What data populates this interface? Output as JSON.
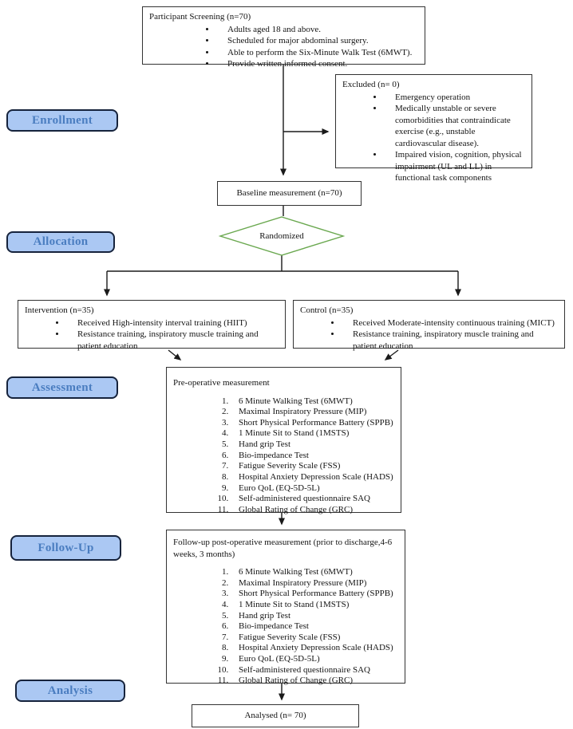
{
  "stages": {
    "enrollment": "Enrollment",
    "allocation": "Allocation",
    "assessment": "Assessment",
    "followup": "Follow-Up",
    "analysis": "Analysis"
  },
  "screening": {
    "title": "Participant Screening (n=70)",
    "bullets": [
      "Adults aged 18 and above.",
      "Scheduled for major abdominal surgery.",
      "Able to perform the Six-Minute Walk Test (6MWT).",
      "Provide written informed consent."
    ]
  },
  "excluded": {
    "title": "Excluded (n= 0)",
    "bullets": [
      "Emergency operation",
      "Medically unstable or severe comorbidities that contraindicate exercise (e.g., unstable cardiovascular disease).",
      "Impaired vision, cognition, physical impairment (UL and LL) in functional task components"
    ]
  },
  "baseline": {
    "title": "Baseline measurement (n=70)"
  },
  "randomized": {
    "title": "Randomized"
  },
  "intervention": {
    "title": "Intervention (n=35)",
    "bullets": [
      "Received High-intensity interval training (HIIT)",
      "Resistance training, inspiratory muscle training and patient education"
    ]
  },
  "control": {
    "title": "Control (n=35)",
    "bullets": [
      "Received Moderate-intensity continuous training (MICT)",
      "Resistance training, inspiratory muscle training and patient education"
    ]
  },
  "preop": {
    "title": "Pre-operative measurement",
    "items": [
      "6 Minute Walking Test (6MWT)",
      "Maximal Inspiratory Pressure (MIP)",
      "Short Physical Performance Battery (SPPB)",
      "1 Minute Sit to Stand (1MSTS)",
      "Hand grip Test",
      "Bio-impedance Test",
      "Fatigue Severity Scale (FSS)",
      "Hospital Anxiety Depression Scale (HADS)",
      "Euro QoL (EQ-5D-5L)",
      "Self-administered questionnaire SAQ",
      "Global Rating of Change (GRC)"
    ]
  },
  "followup_box": {
    "title": "Follow-up post-operative measurement (prior to discharge,4-6 weeks, 3 months)",
    "items": [
      "6 Minute Walking Test (6MWT)",
      "Maximal Inspiratory Pressure (MIP)",
      "Short Physical Performance Battery (SPPB)",
      "1 Minute Sit to Stand (1MSTS)",
      "Hand grip Test",
      "Bio-impedance Test",
      "Fatigue Severity Scale (FSS)",
      "Hospital Anxiety Depression Scale (HADS)",
      "Euro QoL (EQ-5D-5L)",
      "Self-administered questionnaire SAQ",
      "Global Rating of Change (GRC)"
    ]
  },
  "analysed": {
    "title": "Analysed (n= 70)"
  },
  "colors": {
    "stage_label_fill": "#abc8f3",
    "stage_label_text": "#4a7dc0",
    "stage_label_border": "#16233c",
    "diamond_border": "#6aa84f",
    "box_border": "#333333",
    "arrow": "#1a1a1a"
  }
}
